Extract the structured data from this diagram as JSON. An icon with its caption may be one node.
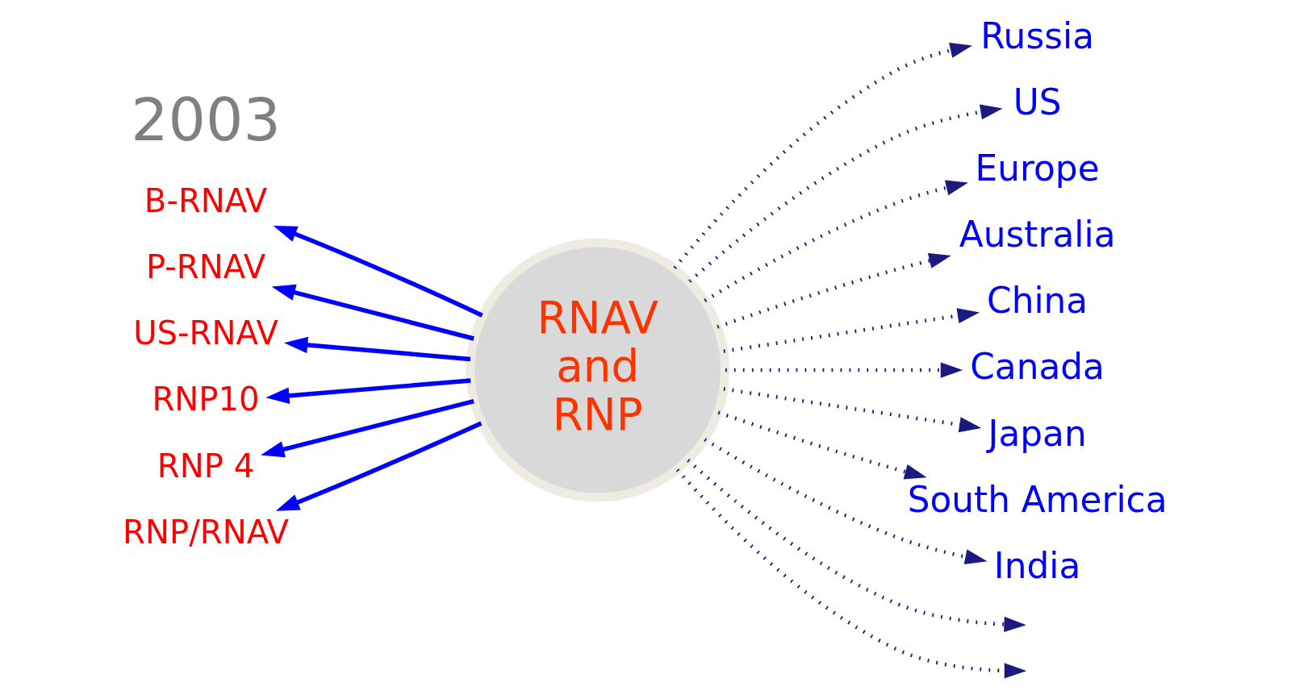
{
  "diagram": {
    "nodes": [
      {
        "text": [
          "RNAV and RNP"
        ]
      },
      {
        "text": [
          "B-RNAV"
        ]
      },
      {
        "text": [
          "P-RNAV"
        ]
      },
      {
        "text": [
          "US-RNAV"
        ]
      },
      {
        "text": [
          "RNP10"
        ]
      },
      {
        "text": [
          "RNP 4"
        ]
      },
      {
        "text": [
          "RNP/RNAV"
        ]
      },
      {
        "text": [
          "Russia"
        ]
      },
      {
        "text": [
          "US"
        ]
      },
      {
        "text": [
          "Europe"
        ]
      },
      {
        "text": [
          "Australia"
        ]
      },
      {
        "text": [
          "China"
        ]
      },
      {
        "text": [
          "Canada"
        ]
      },
      {
        "text": [
          "Japan"
        ]
      },
      {
        "text": [
          "South America"
        ]
      },
      {
        "text": [
          "India"
        ]
      }
    ],
    "edges": [
      {
        "from": 0,
        "to": 1,
        "arrow": "to",
        "color": "#0000ff"
      },
      {
        "from": 0,
        "to": 2,
        "arrow": "to",
        "color": "#0000ff"
      },
      {
        "from": 0,
        "to": 3,
        "arrow": "to",
        "color": "#0000ff"
      },
      {
        "from": 0,
        "to": 4,
        "arrow": "to",
        "color": "#0000ff"
      },
      {
        "from": 0,
        "to": 5,
        "arrow": "to",
        "color": "#0000ff"
      },
      {
        "from": 0,
        "to": 6,
        "arrow": "to",
        "color": "#0000ff"
      },
      {
        "from": 0,
        "to": 7,
        "arrow": "to",
        "style": "dashed"
      },
      {
        "from": 0,
        "to": 8,
        "arrow": "to",
        "style": "dashed"
      },
      {
        "from": 0,
        "to": 9,
        "arrow": "to",
        "style": "dashed"
      },
      {
        "from": 0,
        "to": null,
        "arrow": "to",
        "style": "dashed"
      },
      {
        "from": 0,
        "to": 10,
        "arrow": "to",
        "style": "dashed"
      },
      {
        "from": 0,
        "to": 11,
        "arrow": "to",
        "style": "dashed"
      },
      {
        "from": 0,
        "to": null,
        "arrow": "to",
        "style": "dashed"
      },
      {
        "from": 0,
        "to": 12,
        "arrow": "to",
        "style": "dashed"
      },
      {
        "from": 0,
        "to": 13,
        "arrow": "to",
        "style": "dashed"
      },
      {
        "from": 0,
        "to": 14,
        "arrow": "to",
        "style": "dashed"
      },
      {
        "from": 0,
        "to": 15,
        "arrow": "to",
        "style": "dashed"
      }
    ],
    "labels": [
      "2003"
    ]
  }
}
